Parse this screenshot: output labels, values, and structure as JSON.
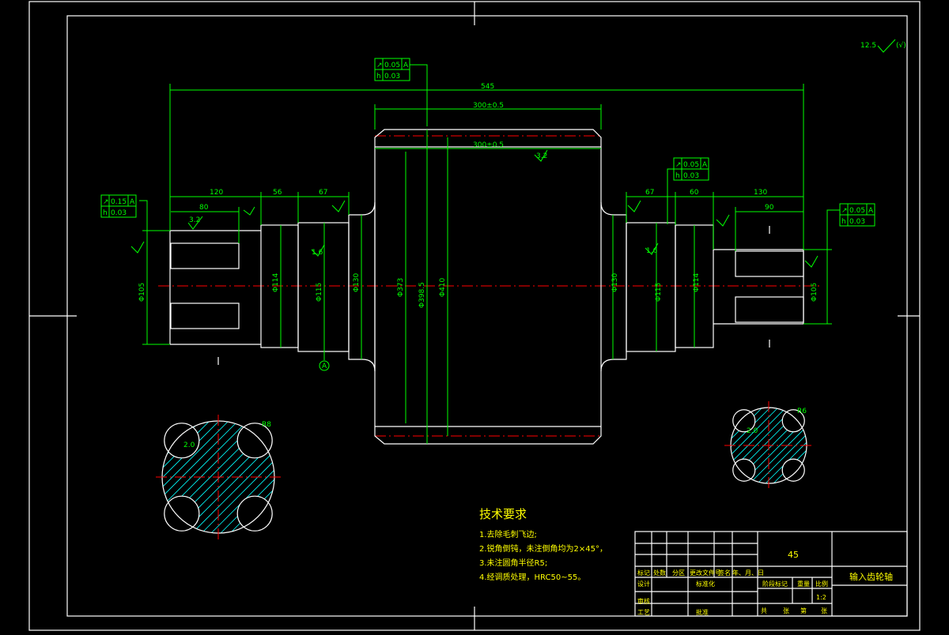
{
  "drawing": {
    "roughness_corner": "12.5",
    "dims": {
      "overall": "545",
      "gear_width_top": "300±0.5",
      "gear_width_mid": "300±0.5",
      "left_shaft_len": "120",
      "left_key_len": "80",
      "left_step1": "56",
      "left_step2": "67",
      "right_step1": "67",
      "right_step2": "60",
      "right_shaft_len": "130",
      "right_key_len": "90",
      "d_left_shaft": "Φ105",
      "d_left_step": "Φ114",
      "d_left_bearing": "Φ115",
      "d_left_shoulder": "Φ130",
      "d_gear_root": "Φ373",
      "d_gear_pitch": "Φ398.5",
      "d_gear_tip": "Φ410",
      "d_right_shoulder": "Φ130",
      "d_right_bearing": "Φ115",
      "d_right_step": "Φ114",
      "d_right_shaft": "Φ105",
      "roughness_32": "3.2",
      "roughness_16": "1.6",
      "datum_a": "A",
      "section_left_r": "R8",
      "section_right_r": "R6",
      "section_left_w": "2.0",
      "section_right_w": "2.0"
    },
    "tolerance_frames": [
      {
        "sym1": "↗",
        "val1": "0.05",
        "ref1": "A",
        "sym2": "h",
        "val2": "0.03"
      },
      {
        "sym1": "↗",
        "val1": "0.05",
        "ref1": "A",
        "sym2": "h",
        "val2": "0.03"
      },
      {
        "sym1": "↗",
        "val1": "0.15",
        "ref1": "A",
        "sym2": "h",
        "val2": "0.03"
      },
      {
        "sym1": "↗",
        "val1": "0.05",
        "ref1": "A",
        "sym2": "h",
        "val2": "0.03"
      }
    ]
  },
  "notes": {
    "title": "技术要求",
    "items": [
      "1.去除毛刺飞边;",
      "2.锐角倒钝，未注倒角均为2×45°，",
      "3.未注圆角半径R5;",
      "4.经调质处理，HRC50~55。"
    ]
  },
  "title_block": {
    "material": "45",
    "part_name": "输入齿轮轴",
    "row_labels": [
      "标记",
      "处数",
      "分区",
      "更改文件号",
      "签名",
      "年、月、日"
    ],
    "design": "设计",
    "standardize": "标准化",
    "review": "审核",
    "process": "工艺",
    "approve": "批准",
    "stage_mark": "阶段标记",
    "weight": "重量",
    "scale": "比例",
    "scale_val": "1:2",
    "sheets_total": "共",
    "sheets_label": "张",
    "sheet_no": "第",
    "sheet_label": "张"
  }
}
